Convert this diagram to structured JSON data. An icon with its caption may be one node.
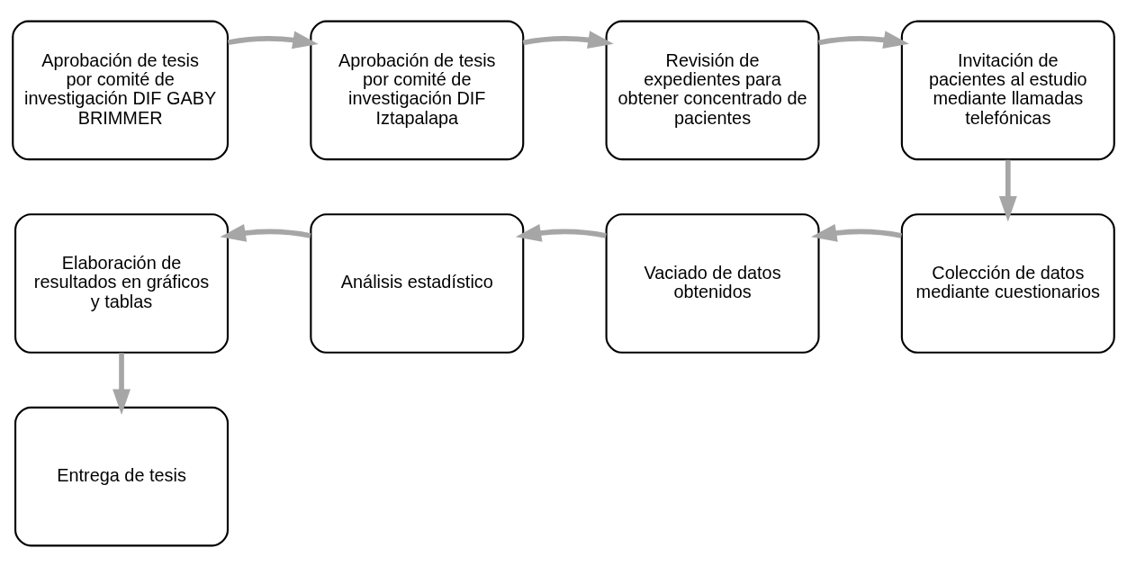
{
  "diagram": {
    "nodes": [
      {
        "text": [
          "Aprobación de tesis por comité de investigación DIF GABY BRIMMER"
        ]
      },
      {
        "text": [
          "Aprobación de tesis por comité de investigación DIF Iztapalapa"
        ]
      },
      {
        "text": [
          "Revisión de expedientes para obtener concentrado de pacientes"
        ]
      },
      {
        "text": [
          "Invitación de pacientes al estudio mediante llamadas telefónicas"
        ]
      },
      {
        "text": [
          "Colección de datos mediante cuestionarios"
        ]
      },
      {
        "text": [
          "Vaciado de datos obtenidos"
        ]
      },
      {
        "text": [
          "Análisis estadístico"
        ]
      },
      {
        "text": [
          "Elaboración de resultados en gráficos y tablas"
        ]
      },
      {
        "text": [
          "Entrega de tesis"
        ]
      }
    ],
    "edges": [
      {
        "from": 0,
        "to": 1,
        "arrow": "to"
      },
      {
        "from": 1,
        "to": 2,
        "arrow": "to"
      },
      {
        "from": 2,
        "to": 3,
        "arrow": "to"
      },
      {
        "from": 3,
        "to": 4,
        "arrow": "to"
      },
      {
        "from": 4,
        "to": 5,
        "arrow": "to"
      },
      {
        "from": 5,
        "to": 6,
        "arrow": "to"
      },
      {
        "from": 6,
        "to": 7,
        "arrow": "to"
      },
      {
        "from": 7,
        "to": 8,
        "arrow": "to"
      }
    ]
  }
}
